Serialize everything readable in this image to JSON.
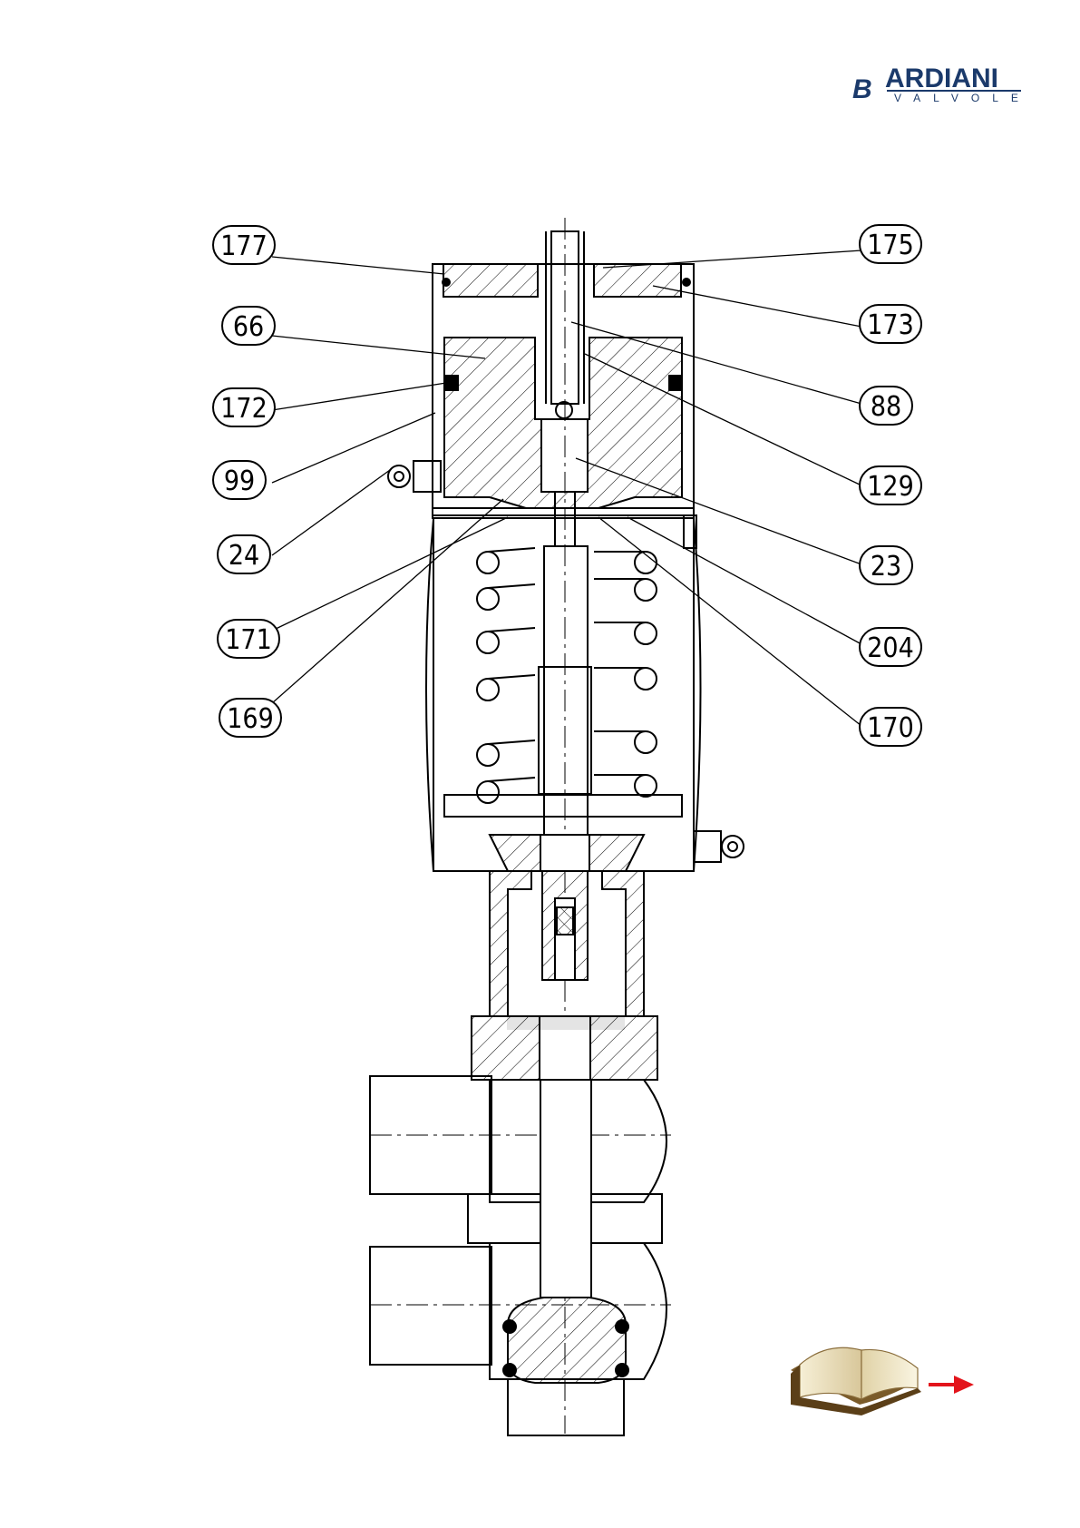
{
  "brand": {
    "logo_letter": "B",
    "name": "ARDIANI",
    "subtitle": "VALVOLE",
    "color": "#1b3a6b"
  },
  "callouts": [
    {
      "label": "177"
    },
    {
      "label": "66"
    },
    {
      "label": "172"
    },
    {
      "label": "99"
    },
    {
      "label": "24"
    },
    {
      "label": "171"
    },
    {
      "label": "169"
    },
    {
      "label": "175"
    },
    {
      "label": "173"
    },
    {
      "label": "88"
    },
    {
      "label": "129"
    },
    {
      "label": "23"
    },
    {
      "label": "204"
    },
    {
      "label": "170"
    }
  ],
  "nav": {
    "book_icon": "open-book-icon",
    "next_icon": "arrow-right-icon",
    "arrow_color": "#e3141b"
  }
}
